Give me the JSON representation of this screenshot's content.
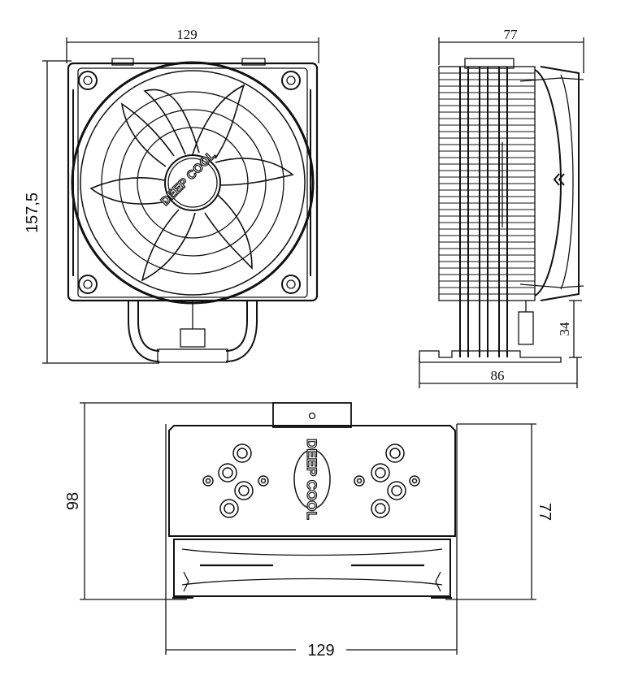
{
  "dimensions": {
    "front_width": "129",
    "front_height": "157,5",
    "side_depth": "77",
    "side_base_depth": "86",
    "side_offset": "34",
    "top_depth": "98",
    "top_height": "77",
    "top_width": "129"
  },
  "brand": {
    "logo_front": "DEEP COOL",
    "logo_top": "DEEP COOL"
  },
  "colors": {
    "line": "#111111",
    "background": "#ffffff"
  }
}
